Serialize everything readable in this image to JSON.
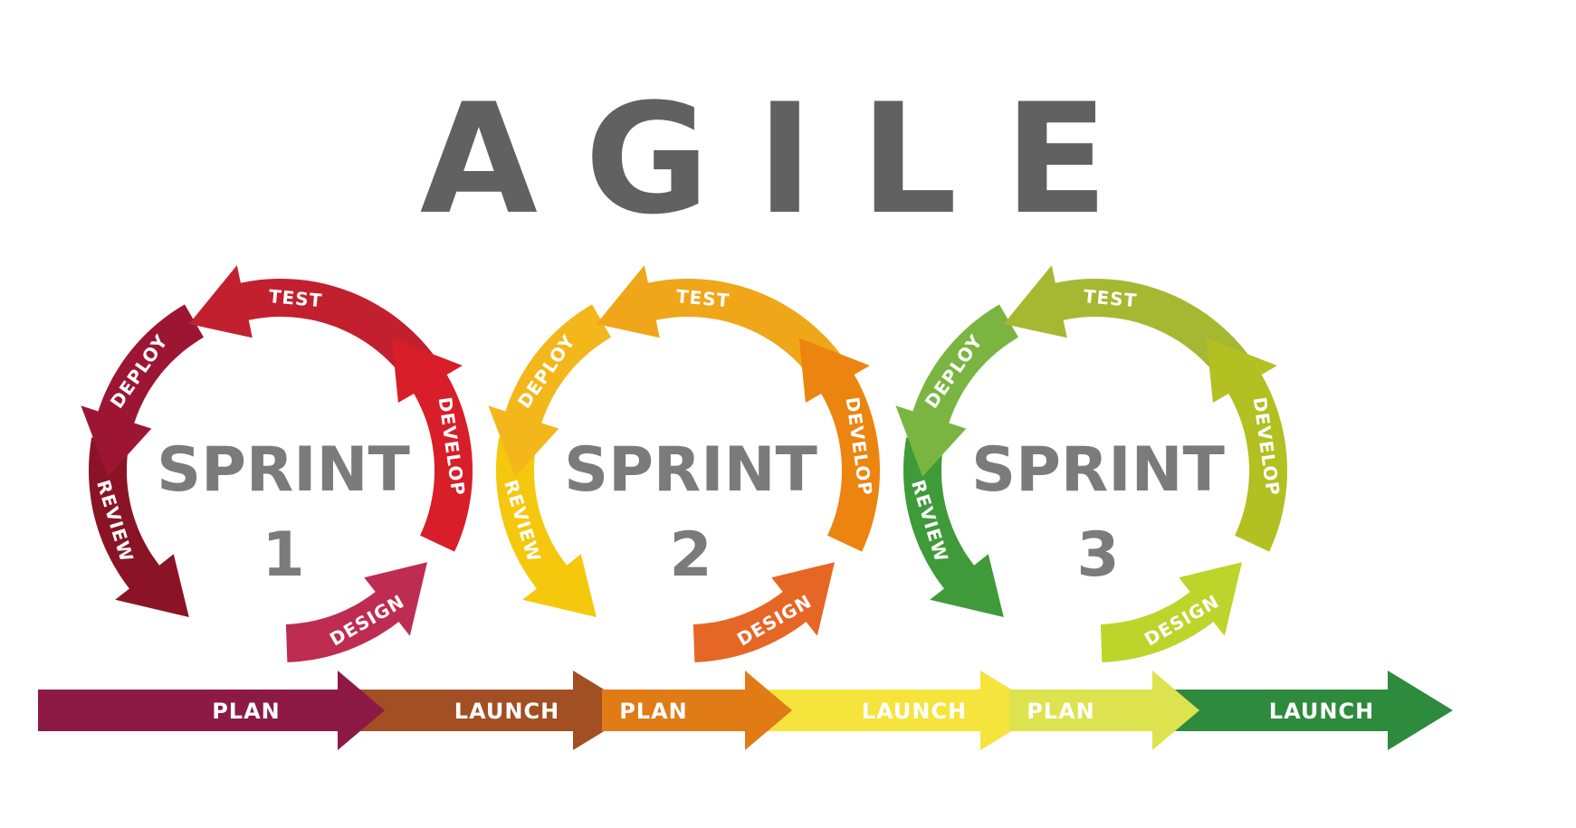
{
  "title": "AGILE",
  "sprints": [
    {
      "label": "SPRINT",
      "number": "1",
      "stages": [
        {
          "label": "TEST",
          "color": "#c2202e"
        },
        {
          "label": "DEVELOP",
          "color": "#d81e28"
        },
        {
          "label": "DESIGN",
          "color": "#be2c52"
        },
        {
          "label": "PLAN",
          "color": "#8c1a45"
        },
        {
          "label": "REVIEW",
          "color": "#8a1426"
        },
        {
          "label": "DEPLOY",
          "color": "#9c1634"
        },
        {
          "label": "LAUNCH",
          "color": "#a24f23"
        }
      ]
    },
    {
      "label": "SPRINT",
      "number": "2",
      "stages": [
        {
          "label": "TEST",
          "color": "#f0a619"
        },
        {
          "label": "DEVELOP",
          "color": "#ec8410"
        },
        {
          "label": "DESIGN",
          "color": "#e66625"
        },
        {
          "label": "PLAN",
          "color": "#e07b16"
        },
        {
          "label": "REVIEW",
          "color": "#f5c70d"
        },
        {
          "label": "DEPLOY",
          "color": "#f3b71c"
        },
        {
          "label": "LAUNCH",
          "color": "#f5e43c"
        }
      ]
    },
    {
      "label": "SPRINT",
      "number": "3",
      "stages": [
        {
          "label": "TEST",
          "color": "#a6b832"
        },
        {
          "label": "DEVELOP",
          "color": "#b2c021"
        },
        {
          "label": "DESIGN",
          "color": "#bdd42a"
        },
        {
          "label": "PLAN",
          "color": "#dde34e"
        },
        {
          "label": "REVIEW",
          "color": "#3f9a3a"
        },
        {
          "label": "DEPLOY",
          "color": "#7ab541"
        },
        {
          "label": "LAUNCH",
          "color": "#2e8a3c"
        }
      ]
    }
  ]
}
